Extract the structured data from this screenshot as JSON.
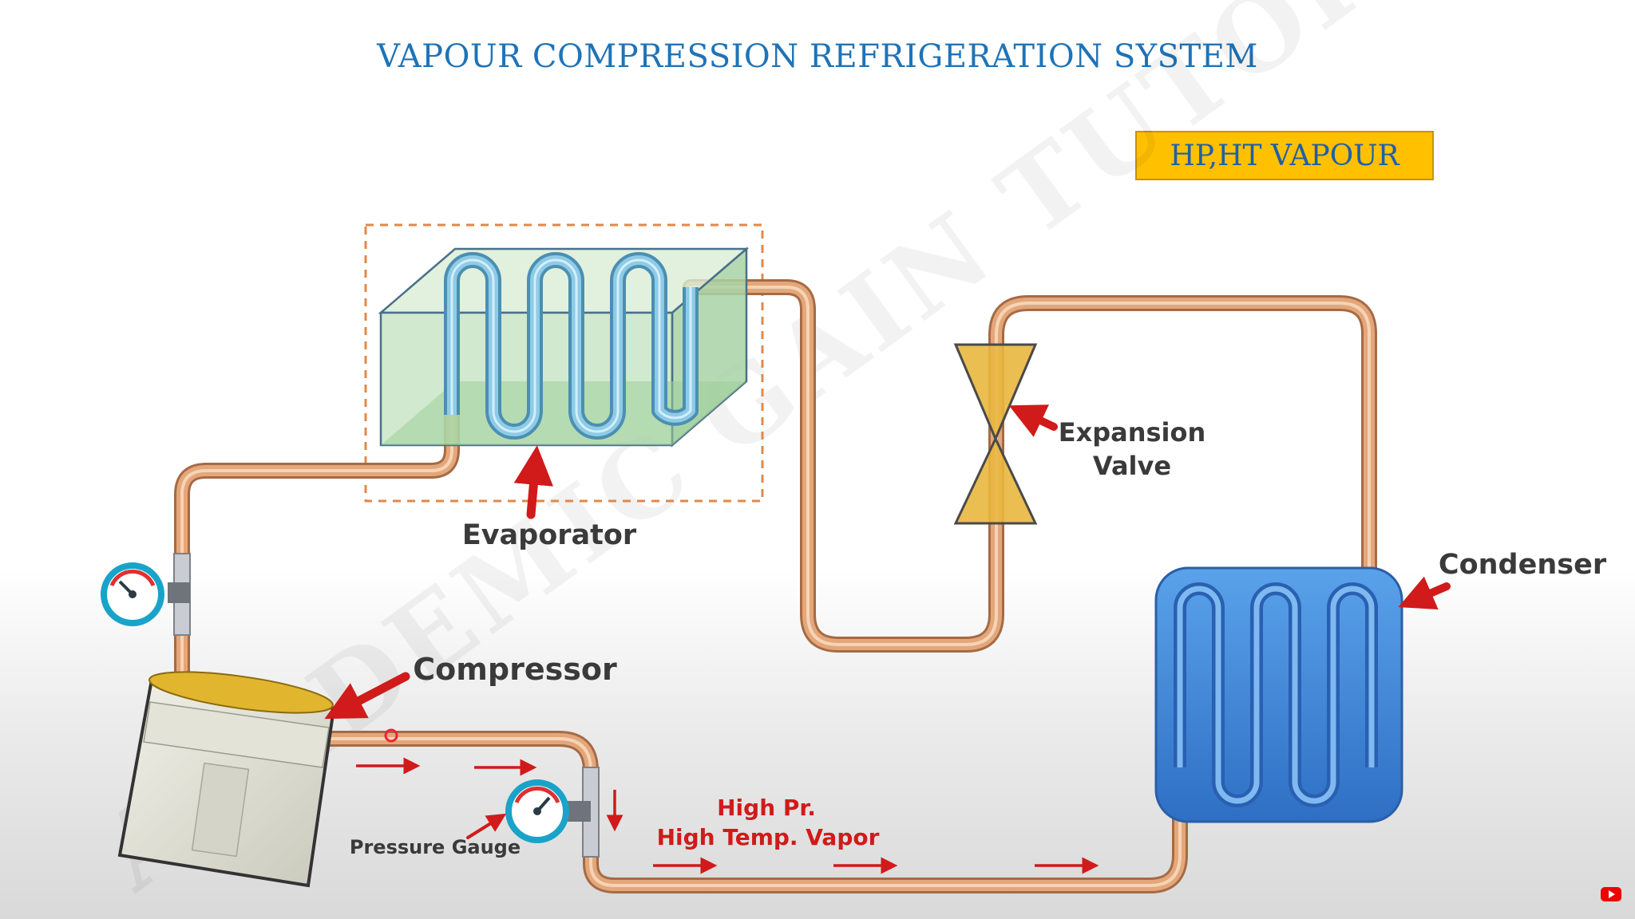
{
  "title": "VAPOUR COMPRESSION REFRIGERATION SYSTEM",
  "stage_badge": "HP,HT VAPOUR",
  "labels": {
    "evaporator": "Evaporator",
    "expansion_valve_line1": "Expansion",
    "expansion_valve_line2": "Valve",
    "condenser": "Condenser",
    "compressor": "Compressor",
    "pressure_gauge": "Pressure Gauge",
    "flow_line1": "High Pr.",
    "flow_line2": "High Temp. Vapor"
  },
  "watermark": "ACADEMIC GAIN TUTORIALS",
  "colors": {
    "title": "#1f73b7",
    "badge_fill": "#ffc000",
    "pipe": "#d99a6c",
    "arrow": "#d11a1a",
    "condenser": "#3a86d8",
    "evaporator_box": "#b9dcb4",
    "valve": "#e9b73e",
    "gauge": "#1aa3c9"
  },
  "icons": [
    "pressure-gauge-icon",
    "youtube-icon"
  ]
}
